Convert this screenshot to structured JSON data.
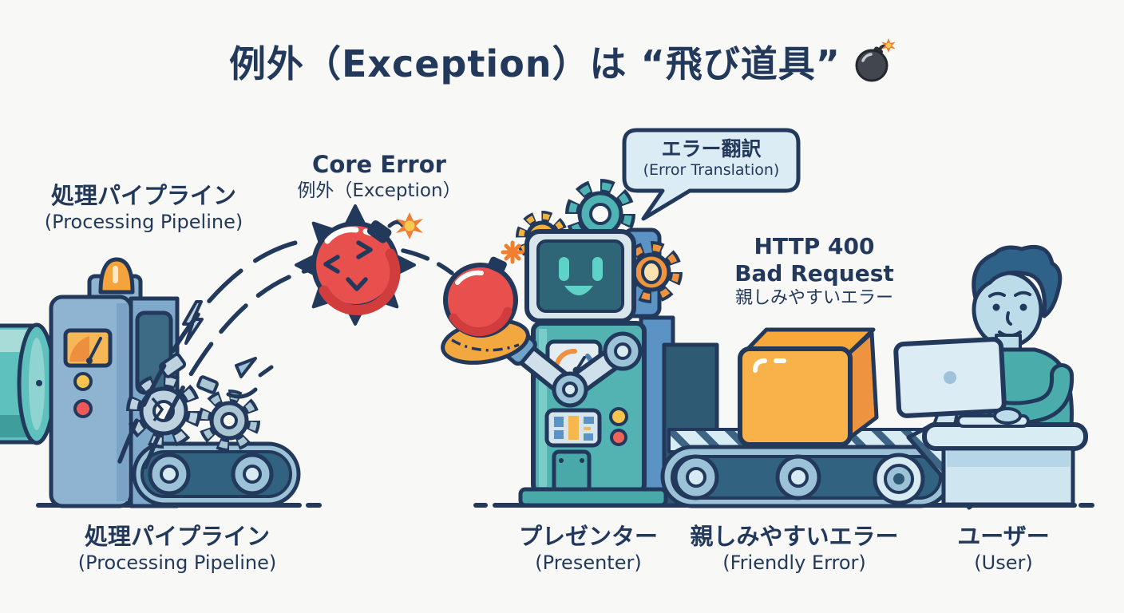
{
  "title": {
    "text": "例外（Exception）は “飛び道具”",
    "icon": "bomb-emoji"
  },
  "labels": {
    "pipeline_top": {
      "ja": "処理パイプライン",
      "en": "(Processing Pipeline)"
    },
    "core_error": {
      "en": "Core Error",
      "ja": "例外（Exception）"
    },
    "speech_bubble": {
      "ja": "エラー翻訳",
      "en": "(Error Translation)"
    },
    "http_error": {
      "code": "HTTP 400",
      "reason": "Bad Request",
      "ja": "親しみやすいエラー"
    },
    "pipeline_bottom": {
      "ja": "処理パイプライン",
      "en": "(Processing Pipeline)"
    },
    "presenter": {
      "ja": "プレゼンター",
      "en": "(Presenter)"
    },
    "friendly_error": {
      "ja": "親しみやすいエラー",
      "en": "(Friendly Error)"
    },
    "user": {
      "ja": "ユーザー",
      "en": "(User)"
    }
  },
  "colors": {
    "background": "#f8f8f6",
    "ink_navy": "#22395c",
    "machine_blue": "#8fb4d2",
    "pipe_teal": "#5fc1bd",
    "robot_teal": "#53b3b3",
    "bomb_red": "#e8504e",
    "alert_orange": "#f5a33c",
    "box_orange": "#f9b24a",
    "gear_gray_blue": "#bdd2de",
    "bubble_bg": "#dcecf4",
    "desk_blue": "#d8ecf4",
    "skin_blue": "#bcdcea",
    "hair_blue": "#2e6288",
    "shirt_teal": "#4aacab"
  }
}
